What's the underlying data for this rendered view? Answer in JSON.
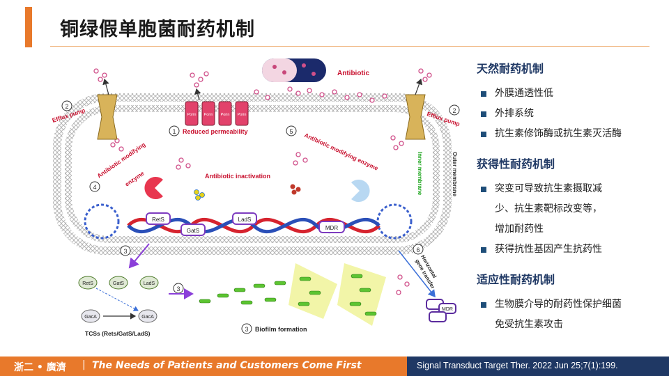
{
  "slide": {
    "title": "铜绿假单胞菌耐药机制",
    "colors": {
      "accent": "#e8792b",
      "navy": "#1f3864",
      "bullet": "#1f4e79"
    }
  },
  "diagram": {
    "antibiotic_label": "Antibiotic",
    "efflux_left": "Efflux pump",
    "efflux_right": "Efflux pump",
    "porin": "Porin",
    "reduced_permeability": "Reduced permeability",
    "modifying_enzyme_left_1": "Antibiotic modifying",
    "modifying_enzyme_left_2": "enzyme",
    "antibiotic_inactivation": "Antibiotic inactivation",
    "modifying_enzyme_right": "Antibiotic modifying enzyme",
    "inner_membrane": "Inner membrane",
    "outer_membrane": "Outer membrane",
    "retS": "RetS",
    "gatS": "GatS",
    "ladS": "LadS",
    "mdr": "MDR",
    "gacA": "GacA",
    "tcs_label": "TCSs (Rets/GatS/LadS)",
    "biofilm": "Biofilm formation",
    "hgt_1": "Horizontal",
    "hgt_2": "gene transfer",
    "n1": "1",
    "n2": "2",
    "n3": "3",
    "n4": "4",
    "n5": "5",
    "n6": "6"
  },
  "panel": {
    "sections": [
      {
        "heading": "天然耐药机制",
        "items": [
          "外膜通透性低",
          "外排系统",
          "抗生素修饰酶或抗生素灭活酶"
        ]
      },
      {
        "heading": "获得性耐药机制",
        "items": [
          "突变可导致抗生素摄取减",
          "少、抗生素靶标改变等，",
          "增加耐药性",
          "获得抗性基因产生抗药性"
        ]
      },
      {
        "heading": "适应性耐药机制",
        "items": [
          "生物膜介导的耐药性保护细菌",
          "免受抗生素攻击"
        ]
      }
    ]
  },
  "footer": {
    "org": "浙二 • 廣濟",
    "separator": "|",
    "slogan": "The Needs of Patients and Customers Come First",
    "citation": "Signal Transduct Target Ther. 2022 Jun 25;7(1):199."
  }
}
